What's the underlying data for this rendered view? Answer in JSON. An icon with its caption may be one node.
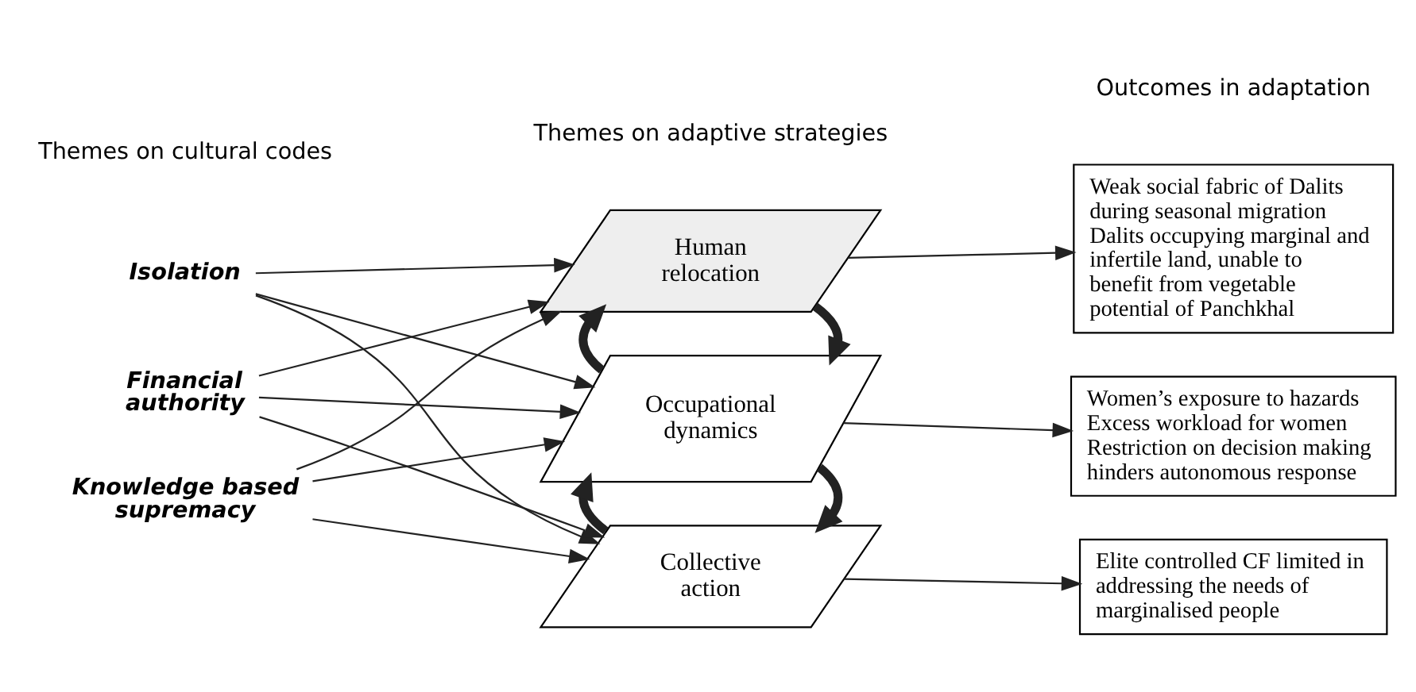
{
  "diagram": {
    "nodes": [
      {
        "text": [
          "Isolation"
        ]
      },
      {
        "text": [
          "Financial authority"
        ]
      },
      {
        "text": [
          "Knowledge based supremacy"
        ]
      },
      {
        "text": [
          "Human relocation"
        ]
      },
      {
        "text": [
          "Occupational dynamics"
        ]
      },
      {
        "text": [
          "Collective action"
        ]
      },
      {
        "text": [
          "Weak social fabric of Dalits during seasonal migration",
          "Dalits occupying marginal and infertile land, unable to benefit from vegetable potential of Panchkhal"
        ]
      },
      {
        "text": [
          "Women’s exposure to hazards",
          "Excess workload for women",
          "Restriction on decision making hinders autonomous response"
        ]
      },
      {
        "text": [
          "Elite controlled CF limited in addressing the needs of marginalised people"
        ]
      }
    ],
    "edges": [
      {
        "from": 0,
        "to": 3,
        "arrow": "to"
      },
      {
        "from": 0,
        "to": 4,
        "arrow": "to"
      },
      {
        "from": 0,
        "to": 5,
        "arrow": "to"
      },
      {
        "from": 1,
        "to": 3,
        "arrow": "to"
      },
      {
        "from": 1,
        "to": 4,
        "arrow": "to"
      },
      {
        "from": 1,
        "to": 5,
        "arrow": "to"
      },
      {
        "from": 2,
        "to": 3,
        "arrow": "to"
      },
      {
        "from": 2,
        "to": 4,
        "arrow": "to"
      },
      {
        "from": 2,
        "to": 5,
        "arrow": "to"
      },
      {
        "from": 3,
        "to": 4,
        "arrow": "to",
        "style": "thick"
      },
      {
        "from": 4,
        "to": 3,
        "arrow": "to",
        "style": "thick"
      },
      {
        "from": 4,
        "to": 5,
        "arrow": "to",
        "style": "thick"
      },
      {
        "from": 5,
        "to": 4,
        "arrow": "to",
        "style": "thick"
      },
      {
        "from": 3,
        "to": 6,
        "arrow": "to"
      },
      {
        "from": 4,
        "to": 7,
        "arrow": "to"
      },
      {
        "from": 5,
        "to": 8,
        "arrow": "to"
      }
    ],
    "labels": [
      "Themes on cultural codes",
      "Themes on adaptive strategies",
      "Outcomes in adaptation"
    ]
  }
}
